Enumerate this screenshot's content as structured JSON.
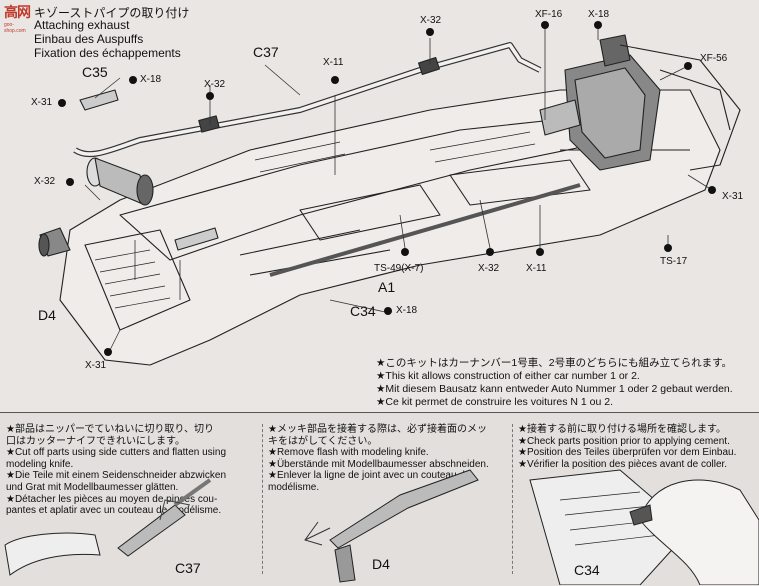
{
  "logo": {
    "main": "高网",
    "sub": "goo-shop.com"
  },
  "header": {
    "jp": "キゾーストパイプの取り付け",
    "en": "Attaching exhaust",
    "de": "Einbau des Auspuffs",
    "fr": "Fixation des échappements"
  },
  "callouts": {
    "c37_top": "C37",
    "c35": "C35",
    "x18_a": "X-18",
    "x31_a": "X-31",
    "x32_a": "X-32",
    "x11_a": "X-11",
    "x32_top": "X-32",
    "xf16": "XF-16",
    "x18_top": "X-18",
    "xf56": "XF-56",
    "x32_left": "X-32",
    "x31_right": "X-31",
    "ts49": "TS-49(X-7)",
    "x32_mid": "X-32",
    "x11_mid": "X-11",
    "ts17": "TS-17",
    "a1": "A1",
    "d4": "D4",
    "c34": "C34",
    "x18_c34": "X-18",
    "x31_bottom": "X-31"
  },
  "notes": [
    "★このキットはカーナンバー1号車、2号車のどちらにも組み立てられます。",
    "★This kit allows construction of either car number 1 or 2.",
    "★Mit diesem Bausatz kann entweder Auto Nummer 1 oder 2 gebaut werden.",
    "★Ce kit permet de construire les voitures N 1 ou 2."
  ],
  "tips": {
    "col1": [
      "★部品はニッパーでていねいに切り取り、切り",
      "口はカッターナイフできれいにします。",
      "★Cut off parts using side cutters and flatten using",
      "modeling knife.",
      "★Die Teile mit einem Seidenschneider abzwicken",
      "und Grat mit Modellbaumesser glätten.",
      "★Détacher les pièces au moyen de pinces cou-",
      "pantes et aplatir avec un couteau de modélisme."
    ],
    "col2": [
      "★メッキ部品を接着する際は、必ず接着面のメッ",
      "キをはがしてください。",
      "★Remove flash with modeling knife.",
      "★Überstände mit Modellbaumesser abschneiden.",
      "★Enlever la ligne de joint avec un couteau de",
      "modélisme."
    ],
    "col3": [
      "★接着する前に取り付ける場所を確認します。",
      "★Check parts position prior to applying cement.",
      "★Position des Teiles überprüfen vor dem Einbau.",
      "★Vérifier la position des pièces avant de coller."
    ],
    "label_c37": "C37",
    "label_d4": "D4",
    "label_c34": "C34"
  }
}
